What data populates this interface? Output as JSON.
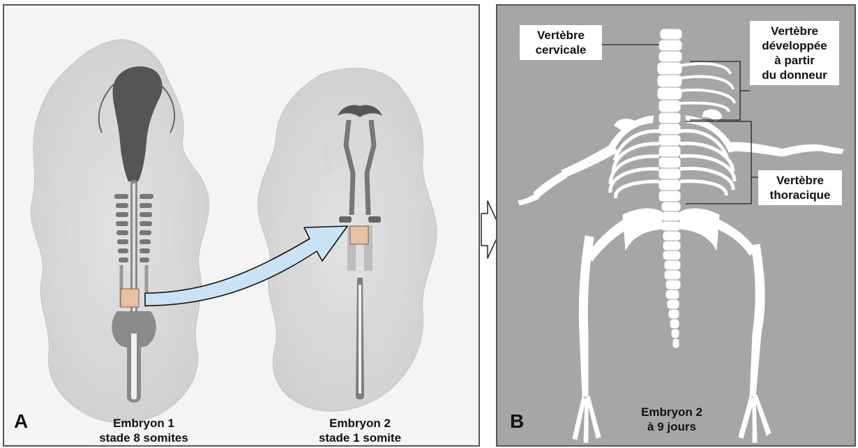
{
  "panel_a": {
    "letter": "A",
    "embryo1_caption": "Embryon 1\nstade 8 somites",
    "embryo2_caption": "Embryon 2\nstade 1 somite"
  },
  "panel_b": {
    "letter": "B",
    "caption": "Embryon 2\nà 9 jours",
    "labels": {
      "cervical": "Vertèbre\ncervicale",
      "donor": "Vertèbre\ndéveloppée\nà partir\ndu donneur",
      "thoracic": "Vertèbre\nthoracique"
    }
  },
  "colors": {
    "graft_square": "#e8c1a5",
    "arrow_fill": "#c9e3f4",
    "panel_b_bg": "#a6a6a6"
  }
}
